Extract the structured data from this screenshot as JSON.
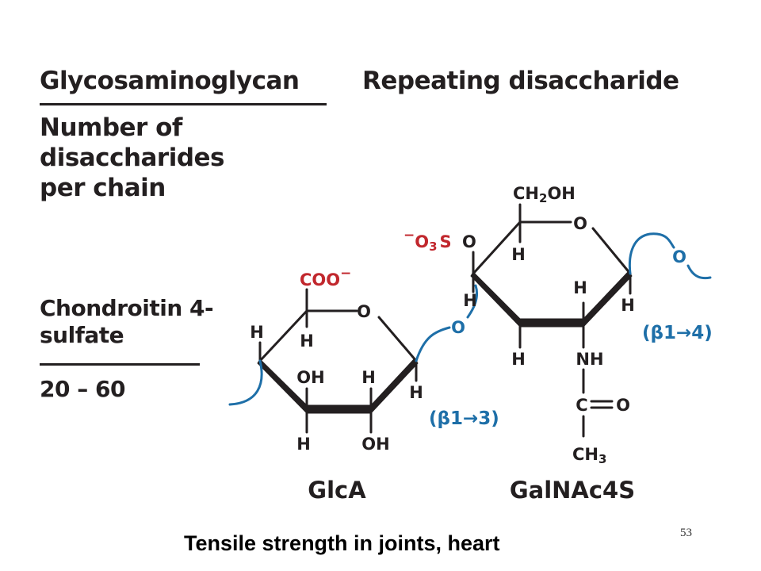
{
  "header": {
    "glycosaminoglycan": "Glycosaminoglycan",
    "repeating_disaccharide": "Repeating disaccharide",
    "number_of_disaccharides": "Number of disaccharides per chain"
  },
  "row": {
    "name": "Chondroitin 4-sulfate",
    "range": "20 – 60"
  },
  "molecule": {
    "carboxylate": "COO",
    "carboxylate_charge": "−",
    "sulfate_charge": "−",
    "sulfate_o": "O",
    "sulfate_sub": "3",
    "sulfate_s": "S",
    "sulfate_o2": "O",
    "ch2oh_ch": "CH",
    "ch2oh_sub": "2",
    "ch2oh_oh": "OH",
    "ring_oxygen": "O",
    "glycosidic_oxygen": "O",
    "hydrogen": "H",
    "hydroxyl": "OH",
    "nh": "NH",
    "carbonyl_c": "C",
    "carbonyl_o": "O",
    "methyl_ch": "CH",
    "methyl_sub": "3",
    "linkage_1": "(β1→3)",
    "linkage_2": "(β1→4)",
    "unit_1": "GlcA",
    "unit_2": "GalNAc4S"
  },
  "colors": {
    "text": "#231f20",
    "sulfate_red": "#c1272d",
    "linkage_blue": "#1e6fa8"
  },
  "caption": "Tensile strength in joints, heart",
  "slide_number": "53"
}
